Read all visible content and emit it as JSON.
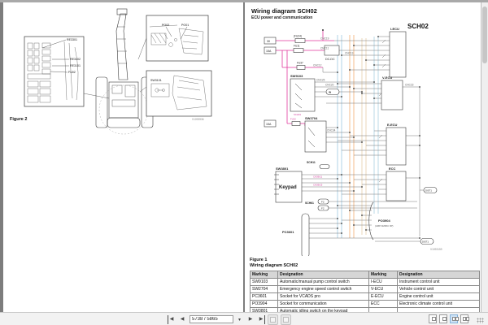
{
  "left_page": {
    "figure_caption": "Figure 2",
    "callouts": {
      "re3301": "RE3301",
      "re3102": "RE3102",
      "re3101": "RE3101",
      "fu02": "FU02",
      "po02": "PO02",
      "po01": "PO01",
      "sw3101": "SW3101"
    },
    "drawing_no": "V1093936"
  },
  "right_page": {
    "title": "Wiring diagram SCH02",
    "subtitle": "ECU power and communication",
    "sheet_label": "SCH02",
    "drawing_no": "V1093159",
    "schematic": {
      "power_rail_30": "30",
      "power_rail_15": "15A",
      "power_rail_15b": "15A",
      "fu24": "(FU24)",
      "fu11": "FU11",
      "fu37": "FU37",
      "fu22": "FU22",
      "dcdc": "DC-DC",
      "sw9103": "SW9103",
      "sw2704": "SW2704",
      "sw3801": "SW3801",
      "keypad": "Keypad",
      "sch01_tag": "SCH01",
      "sch01_ref": "SCH01",
      "sch11_tag": "SCH11",
      "sch61_tag": "SCH61",
      "pc3601": "PC3601",
      "po3904": "PO3904",
      "po3904_note": "(AMP AMPAC 9P)",
      "iecu": "I-ECU",
      "vecu": "V-ECU",
      "eecu": "E-ECU",
      "ecc": "ECC",
      "ref_in": "IN",
      "ref_f2a": "F2",
      "ref_f2b": "F2",
      "ref_dist1": "DIST1",
      "ref_dist2": "DIST1",
      "wire_labels": [
        "CNC19",
        "CNC11",
        "CNC12",
        "CNC13",
        "CNC25",
        "CNC20",
        "CNC23",
        "CN3B/11",
        "CN3B/15",
        "CNC34"
      ]
    },
    "figure_caption": "Figure 1",
    "figure_subcaption": "Wiring diagram SCH02",
    "table": {
      "headers": [
        "Marking",
        "Designation",
        "Marking",
        "Designation"
      ],
      "rows": [
        [
          "SW9103",
          "Automatic/manual pump control switch",
          "I-ECU",
          "Instrument control unit"
        ],
        [
          "SW2704",
          "Emergency engine speed control switch",
          "V-ECU",
          "Vehicle control unit"
        ],
        [
          "PC3601",
          "Socket for VCADS pro",
          "E-ECU",
          "Engine control unit"
        ],
        [
          "PO3904",
          "Socket for communication",
          "ECC",
          "Electronic climate control unit"
        ],
        [
          "SW3801",
          "Automatic idling switch on the keypad",
          "",
          ""
        ]
      ]
    }
  },
  "toolbar": {
    "first_glyph": "◀",
    "prev_glyph": "◀",
    "next_glyph": "▶",
    "last_glyph": "▶",
    "page_field": "5738 / 5865",
    "caret_glyph": "▾"
  }
}
